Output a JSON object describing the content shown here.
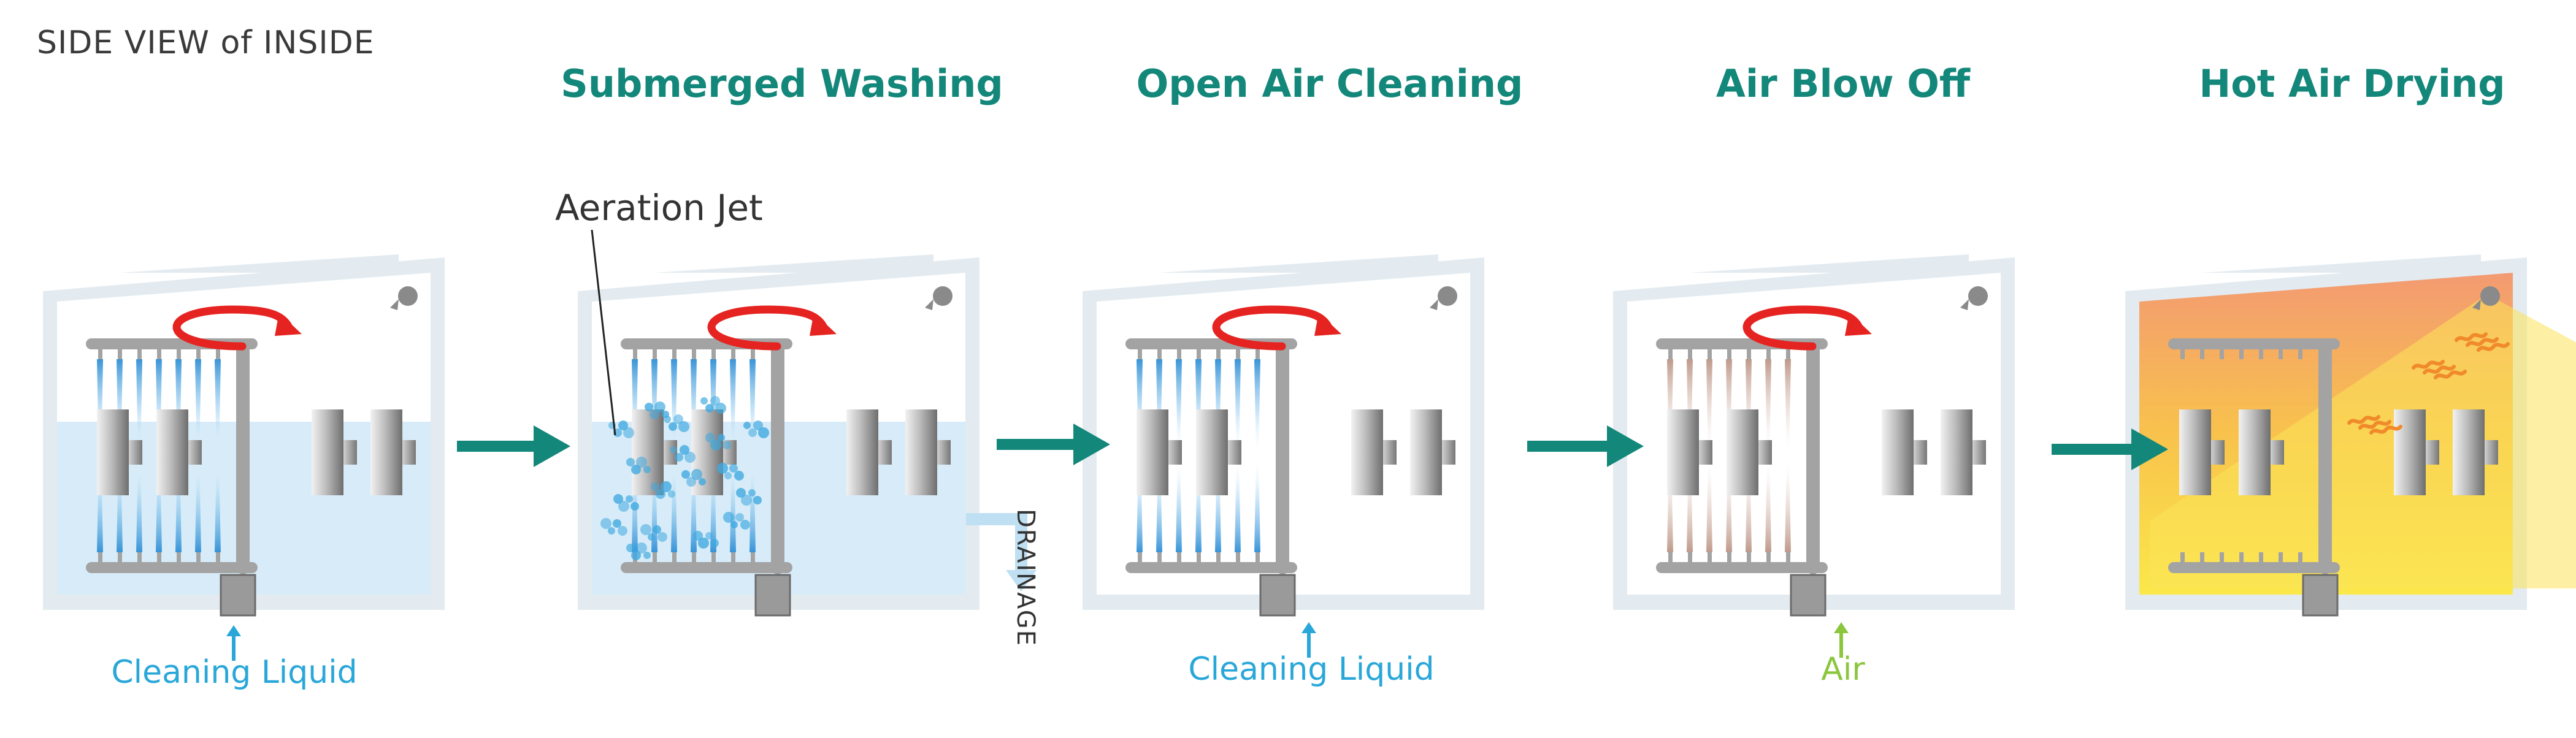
{
  "header": "SIDE VIEW of INSIDE",
  "stages": [
    {
      "title": ""
    },
    {
      "title": "Submerged Washing"
    },
    {
      "title": "Open Air Cleaning"
    },
    {
      "title": "Air Blow Off"
    },
    {
      "title": "Hot Air Drying"
    }
  ],
  "labels": {
    "inlet_1": "Cleaning Liquid",
    "inlet_3": "Cleaning Liquid",
    "inlet_4": "Air",
    "aeration_jet": "Aeration Jet",
    "drainage": "DRAINAGE"
  },
  "colors": {
    "title": "#13877a",
    "arrow": "#13877a",
    "liquid_label": "#29a7d9",
    "air_label": "#8cc63f",
    "rotation": "#e52421",
    "water": "#d7ecf8",
    "frame": "#e3ebf0",
    "rack": "#a3a3a3"
  },
  "icons": [
    "rotation-arrow-icon",
    "nozzle-icon",
    "process-arrow-icon",
    "inlet-arrow-icon",
    "heat-wave-icon",
    "drain-arrow-icon"
  ]
}
